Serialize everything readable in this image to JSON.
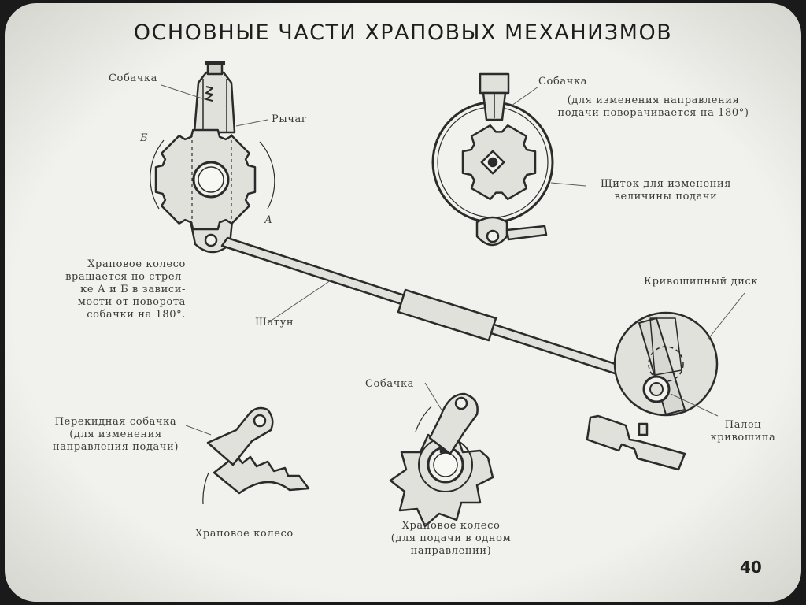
{
  "title": "ОСНОВНЫЕ ЧАСТИ ХРАПОВЫХ МЕХАНИЗМОВ",
  "page_number": "40",
  "colors": {
    "paper": "#f1f1ed",
    "ink": "#2b2b2b",
    "fill": "#e1e1dc"
  },
  "labels": {
    "pawl_left": "Собачка",
    "lever": "Рычаг",
    "arrow_b": "Б",
    "arrow_a": "А",
    "ratchet_note": [
      "Храповое колесо",
      "вращается по стрел-",
      "ке А и Б в зависи-",
      "мости от поворота",
      "собачки на 180°."
    ],
    "connecting_rod": "Шатун",
    "pawl_top_right": "Собачка",
    "pawl_top_right_note": [
      "(для изменения направления",
      "подачи поворачивается на 180°)"
    ],
    "shield_note": [
      "Щиток для изменения",
      "величины подачи"
    ],
    "crank_disc": "Кривошипный диск",
    "crank_pin": [
      "Палец",
      "кривошипа"
    ],
    "flip_pawl": [
      "Перекидная собачка",
      "(для изменения",
      "направления подачи)"
    ],
    "ratchet_wheel": "Храповое колесо",
    "pawl_bottom": "Собачка",
    "ratchet_one_dir": [
      "Храповое колесо",
      "(для подачи в одном",
      "направлении)"
    ]
  }
}
